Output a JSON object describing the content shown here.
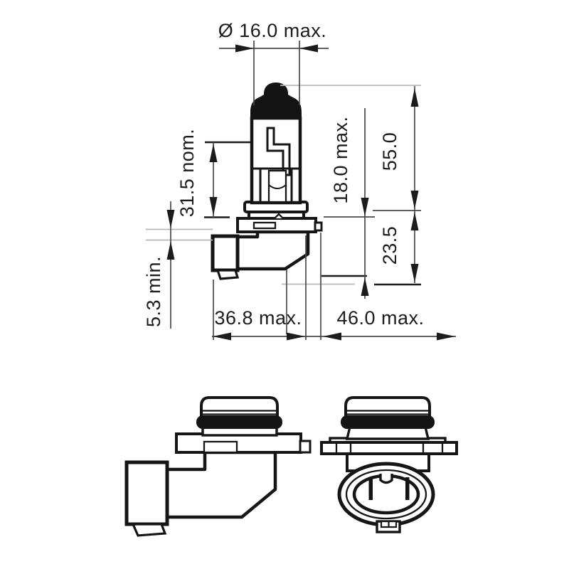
{
  "dims": {
    "diameter": "Ø 16.0 max.",
    "envelope_height": "31.5 nom.",
    "ref_height": "18.0 max.",
    "overall_length": "55.0",
    "base_depth": "23.5",
    "clearance": "5.3 min.",
    "body_width": "36.8 max.",
    "overall_width": "46.0 max."
  },
  "colors": {
    "line": "#151515",
    "dimension_line": "#4a4a4a",
    "reference_line": "#b9b9b9",
    "text": "#1c1c1c",
    "background": "#ffffff"
  }
}
